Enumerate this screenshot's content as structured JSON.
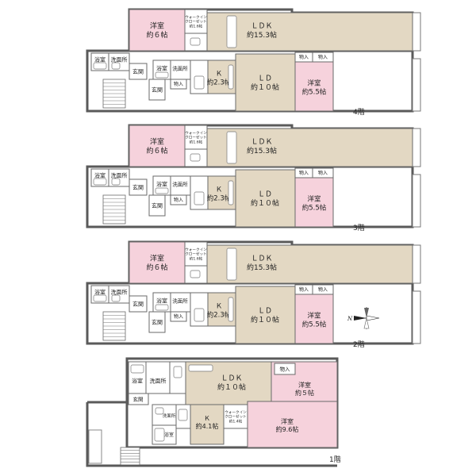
{
  "colors": {
    "ldk": "#e3d8c3",
    "bedroom": "#f6d2dc",
    "wet": "#ffffff",
    "stair": "#ffffff",
    "wall": "#5a5a5a"
  },
  "floors": [
    {
      "label": "4階",
      "rooms": {
        "bed_a": [
          "洋室",
          "約６帖"
        ],
        "wic_a": [
          "ウォークイン",
          "クローゼット",
          "約1.6帖"
        ],
        "ldk_a": [
          "ＬＤＫ",
          "約15.3帖"
        ],
        "bath_a": "浴室",
        "wash_a": "洗面所",
        "entry_a": "玄関",
        "bath_b": "浴室",
        "wash_b": "洗面所",
        "storage_b1": "物入",
        "entry_b": "玄関",
        "k_b": [
          "Ｋ",
          "約2.3帖"
        ],
        "ld_b": [
          "ＬＤ",
          "約１０帖"
        ],
        "bed_b": [
          "洋室",
          "約5.5帖"
        ],
        "storage_b2": "物入",
        "storage_b3": "物入"
      }
    },
    {
      "label": "3階",
      "rooms": {
        "bed_a": [
          "洋室",
          "約６帖"
        ],
        "wic_a": [
          "ウォークイン",
          "クローゼット",
          "約1.6帖"
        ],
        "ldk_a": [
          "ＬＤＫ",
          "約15.3帖"
        ],
        "bath_a": "浴室",
        "wash_a": "洗面所",
        "entry_a": "玄関",
        "bath_b": "浴室",
        "wash_b": "洗面所",
        "storage_b1": "物入",
        "entry_b": "玄関",
        "k_b": [
          "Ｋ",
          "約2.3帖"
        ],
        "ld_b": [
          "ＬＤ",
          "約１０帖"
        ],
        "bed_b": [
          "洋室",
          "約5.5帖"
        ],
        "storage_b2": "物入",
        "storage_b3": "物入"
      }
    },
    {
      "label": "2階",
      "rooms": {
        "bed_a": [
          "洋室",
          "約６帖"
        ],
        "wic_a": [
          "ウォークイン",
          "クローゼット",
          "約1.6帖"
        ],
        "ldk_a": [
          "ＬＤＫ",
          "約15.3帖"
        ],
        "bath_a": "浴室",
        "wash_a": "洗面所",
        "entry_a": "玄関",
        "bath_b": "浴室",
        "wash_b": "洗面所",
        "storage_b1": "物入",
        "entry_b": "玄関",
        "k_b": [
          "Ｋ",
          "約2.3帖"
        ],
        "ld_b": [
          "ＬＤ",
          "約１０帖"
        ],
        "bed_b": [
          "洋室",
          "約5.5帖"
        ],
        "storage_b2": "物入",
        "storage_b3": "物入"
      }
    }
  ],
  "ground": {
    "label": "1階",
    "rooms": {
      "bath_a": "浴室",
      "wash_a": "洗面所",
      "entry_a": "玄関",
      "ldk": [
        "ＬＤＫ",
        "約１０帖"
      ],
      "storage": "物入",
      "bed_a": [
        "洋室",
        "約５帖"
      ],
      "wash_b": "洗面所",
      "bath_b": "浴室",
      "k": [
        "Ｋ",
        "約4.1帖"
      ],
      "wic": [
        "ウォークイン",
        "クローゼット",
        "約1.4帖"
      ],
      "bed_b": [
        "洋室",
        "約9.6帖"
      ]
    }
  },
  "compass": {
    "label": "N"
  }
}
